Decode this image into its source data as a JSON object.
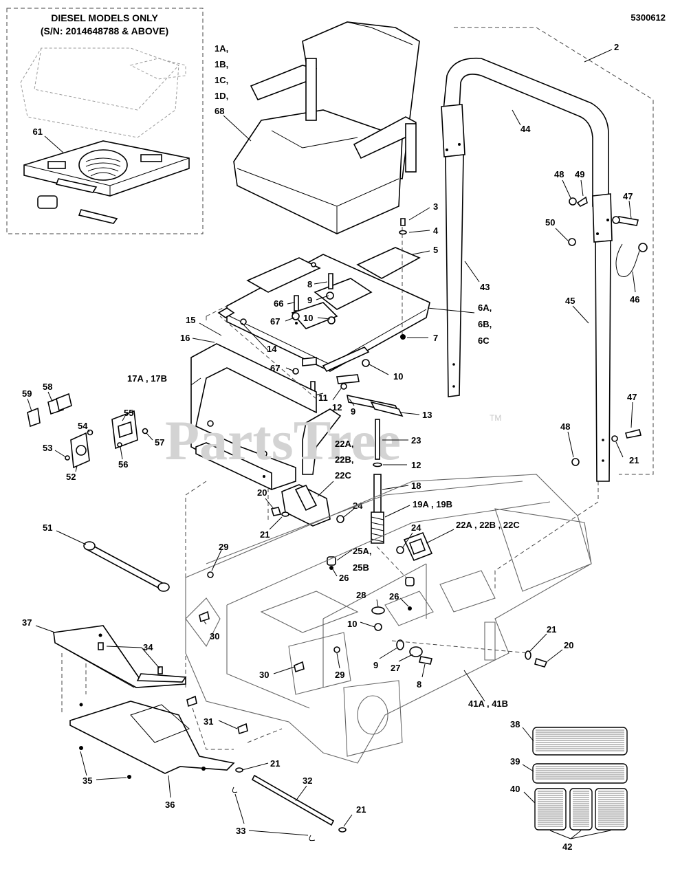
{
  "diagram_id": "5300612",
  "inset": {
    "title_line1": "DIESEL MODELS ONLY",
    "title_line2": "(S/N: 2014648788 & ABOVE)"
  },
  "watermark": {
    "text": "PartsTree",
    "trademark": "TM"
  },
  "callouts": {
    "c_1": "1A,",
    "c_1b": "1B,",
    "c_1c": "1C,",
    "c_1d": "1D,",
    "c_68": "68",
    "c_2": "2",
    "c_3": "3",
    "c_4": "4",
    "c_5": "5",
    "c_6a": "6A,",
    "c_6b": "6B,",
    "c_6c": "6C",
    "c_7": "7",
    "c_8a": "8",
    "c_8b": "8",
    "c_9a": "9",
    "c_9b": "9",
    "c_9c": "9",
    "c_10a": "10",
    "c_10b": "10",
    "c_10c": "10",
    "c_11": "11",
    "c_12a": "12",
    "c_12b": "12",
    "c_13": "13",
    "c_14": "14",
    "c_15": "15",
    "c_16": "16",
    "c_17": "17A , 17B",
    "c_18": "18",
    "c_19": "19A , 19B",
    "c_20a": "20",
    "c_20b": "20",
    "c_21a": "21",
    "c_21b": "21",
    "c_21c": "21",
    "c_21d": "21",
    "c_21e": "21",
    "c_22a": "22A,",
    "c_22b": "22B,",
    "c_22c": "22C",
    "c_22abc": "22A , 22B , 22C",
    "c_23": "23",
    "c_24a": "24",
    "c_24b": "24",
    "c_25a": "25A,",
    "c_25b": "25B",
    "c_26a": "26",
    "c_26b": "26",
    "c_27": "27",
    "c_28": "28",
    "c_29a": "29",
    "c_29b": "29",
    "c_30a": "30",
    "c_30b": "30",
    "c_31": "31",
    "c_32": "32",
    "c_33": "33",
    "c_34": "34",
    "c_35": "35",
    "c_36": "36",
    "c_37": "37",
    "c_38": "38",
    "c_39": "39",
    "c_40": "40",
    "c_41": "41A , 41B",
    "c_42": "42",
    "c_43": "43",
    "c_44": "44",
    "c_45": "45",
    "c_46": "46",
    "c_47a": "47",
    "c_47b": "47",
    "c_48a": "48",
    "c_48b": "48",
    "c_49": "49",
    "c_50": "50",
    "c_51": "51",
    "c_52": "52",
    "c_53": "53",
    "c_54": "54",
    "c_55": "55",
    "c_56": "56",
    "c_57": "57",
    "c_58": "58",
    "c_59": "59",
    "c_61": "61",
    "c_66": "66",
    "c_67a": "67",
    "c_67b": "67"
  }
}
